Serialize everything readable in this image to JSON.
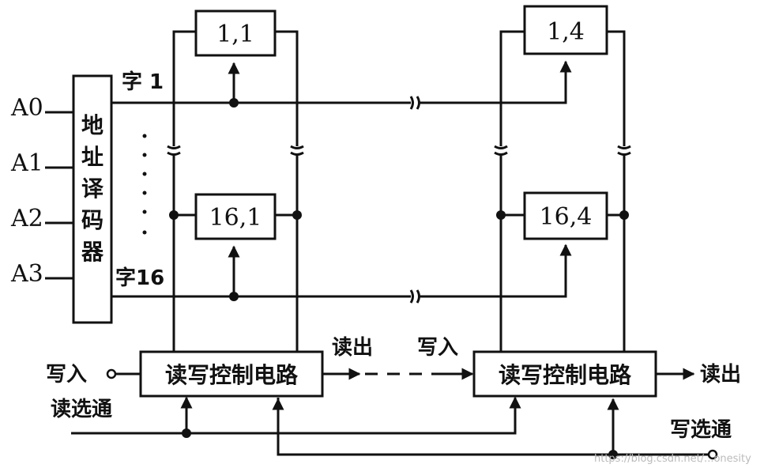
{
  "address_inputs": [
    "A0",
    "A1",
    "A2",
    "A3"
  ],
  "decoder_label": [
    "地",
    "址",
    "译",
    "码",
    "器"
  ],
  "word_lines": {
    "first": "字 1",
    "last": "字16"
  },
  "cells": {
    "top_left": "1,1",
    "top_right": "1,4",
    "bottom_left": "16,1",
    "bottom_right": "16,4"
  },
  "rw_circuit_label": "读写控制电路",
  "signals": {
    "write_in": "写入",
    "read_strobe": "读选通",
    "read_out": "读出",
    "write_strobe": "写选通"
  },
  "watermark": "https://blog.csdn.net/...onesity"
}
